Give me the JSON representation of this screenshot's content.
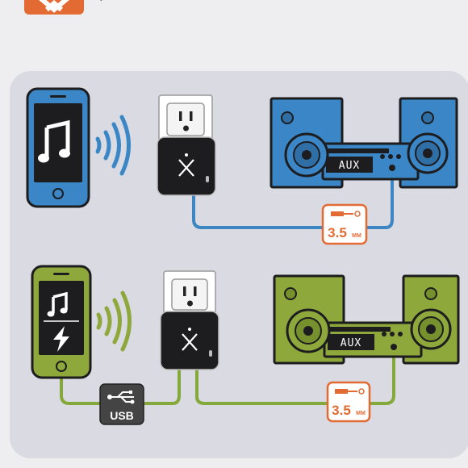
{
  "colors": {
    "page_bg": "#eeedf0",
    "panel_bg": "#dddde3",
    "blue": "#3b86c6",
    "green": "#8ea83c",
    "orange": "#e26a33",
    "dark": "#1d1d1f",
    "cable_blue": "#3d86c4",
    "cable_green": "#85a83b"
  },
  "top_scene": {
    "aux_label": "AUX",
    "jack_label": "3.5",
    "jack_unit": "MM",
    "phone_icon": "music-note-icon",
    "wireless_icon": "bluetooth-waves-icon"
  },
  "bottom_scene": {
    "aux_label": "AUX",
    "jack_label": "3.5",
    "jack_unit": "MM",
    "usb_label": "USB",
    "phone_icons": [
      "music-note-icon",
      "lightning-bolt-icon"
    ],
    "wireless_icon": "bluetooth-waves-icon"
  }
}
